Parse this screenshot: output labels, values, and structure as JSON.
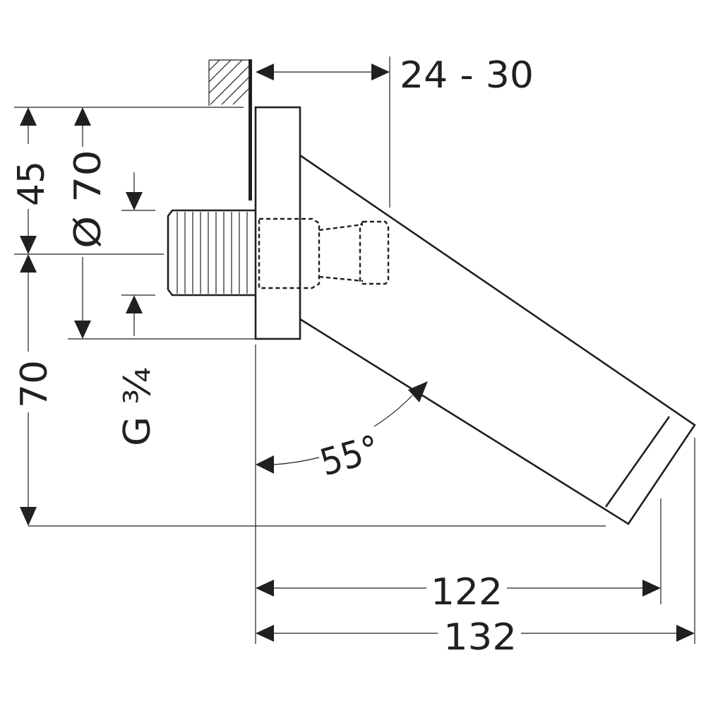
{
  "dimensions": {
    "wall_thickness": "24 - 30",
    "flange_offset": "45",
    "flange_diameter": "Ø 70",
    "height": "70",
    "thread": "G ¾",
    "angle": "55°",
    "projection_inner": "122",
    "projection_total": "132"
  },
  "colors": {
    "line": "#231f20",
    "background": "#ffffff"
  }
}
